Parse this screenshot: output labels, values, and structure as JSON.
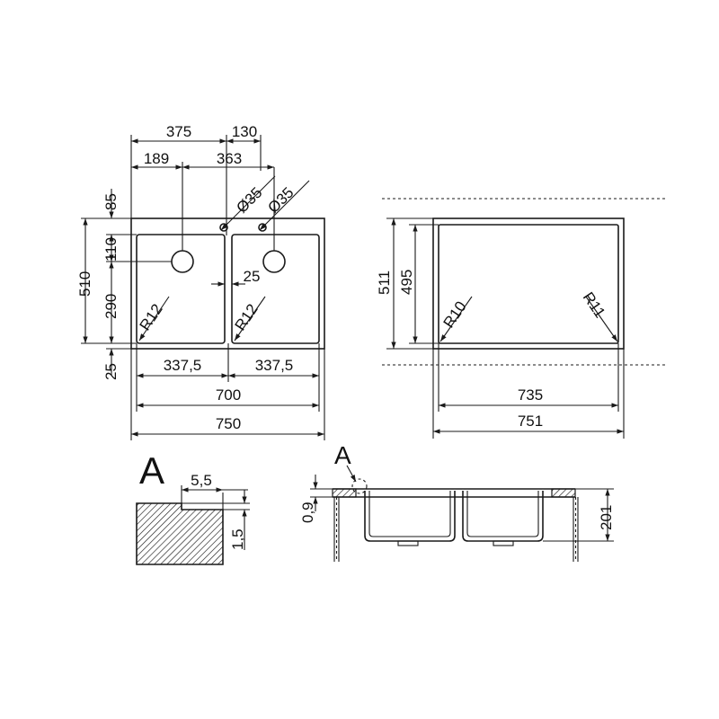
{
  "top_view": {
    "dim_375": "375",
    "dim_130": "130",
    "dim_189": "189",
    "dim_363": "363",
    "dim_85": "85",
    "dim_dia_left": "Ø35",
    "dim_dia_right": "Ø35",
    "dim_110": "110",
    "dim_510": "510",
    "dim_290": "290",
    "dim_25_mid": "25",
    "radius_left": "R12",
    "radius_right": "R12",
    "dim_25_bottom": "25",
    "dim_337_left": "337,5",
    "dim_337_right": "337,5",
    "dim_700": "700",
    "dim_750": "750"
  },
  "cutout_view": {
    "dim_511": "511",
    "dim_495": "495",
    "radius_left": "R10",
    "radius_right": "R11",
    "dim_735": "735",
    "dim_751": "751"
  },
  "detail_a": {
    "label": "A",
    "dim_5_5": "5,5",
    "dim_1_5": "1,5"
  },
  "section_view": {
    "label": "A",
    "dim_0_9": "0,9",
    "dim_201": "201"
  }
}
